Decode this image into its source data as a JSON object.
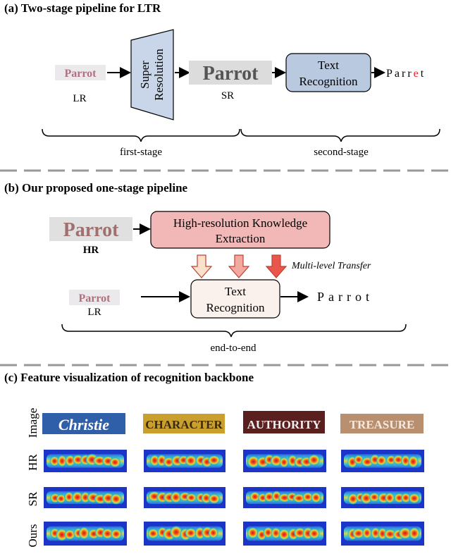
{
  "section_a": {
    "title": "(a) Two-stage pipeline for LTR",
    "lr_image_text": "Parrot",
    "lr_label": "LR",
    "sr_module": [
      "Super",
      "Resolution"
    ],
    "sr_image_text": "Parrot",
    "sr_label": "SR",
    "recognizer": [
      "Text",
      "Recognition"
    ],
    "output_prefix": "Parr",
    "output_error": "e",
    "output_suffix": "t",
    "first_stage": "first-stage",
    "second_stage": "second-stage"
  },
  "section_b": {
    "title": "(b) Our proposed one-stage pipeline",
    "hr_image_text": "Parrot",
    "hr_label": "HR",
    "knowledge_box": [
      "High-resolution Knowledge",
      "Extraction"
    ],
    "transfer_label": "Multi-level Transfer",
    "lr_image_text": "Parrot",
    "lr_label": "LR",
    "recognizer": [
      "Text",
      "Recognition"
    ],
    "output": "Parrot",
    "end_to_end": "end-to-end"
  },
  "section_c": {
    "title": "(c) Feature visualization of recognition backbone",
    "row_labels": [
      "Image",
      "HR",
      "SR",
      "Ours"
    ],
    "samples": [
      "Christie",
      "CHARACTER",
      "AUTHORITY",
      "TREASURE"
    ]
  },
  "colors": {
    "sr_fill": "#c9d6ea",
    "recog_fill_a": "#b9c9e0",
    "knowledge_fill": "#f2b8b8",
    "recog_fill_b": "#faf0ec",
    "arrow_light": "#fbe0cc",
    "arrow_mid": "#f4a9a0",
    "arrow_dark": "#e8564c",
    "error": "#e82020",
    "heat_bg": "#1a35c8"
  }
}
